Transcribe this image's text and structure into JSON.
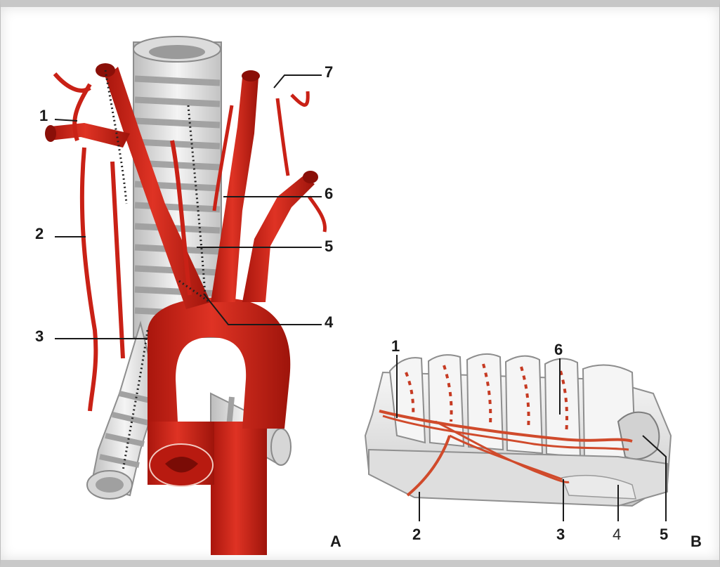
{
  "figure_a": {
    "panel_letter": "A",
    "labels": [
      "1",
      "2",
      "3",
      "4",
      "5",
      "6",
      "7"
    ]
  },
  "figure_b": {
    "panel_letter": "B",
    "labels": [
      "1",
      "2",
      "3",
      "4",
      "5",
      "6"
    ]
  },
  "colors": {
    "artery": "#d6281c",
    "artery_dark": "#a5160e",
    "trachea": "#ececec",
    "trachea_ring": "#b5b5b5",
    "leader": "#1a1a1a"
  }
}
